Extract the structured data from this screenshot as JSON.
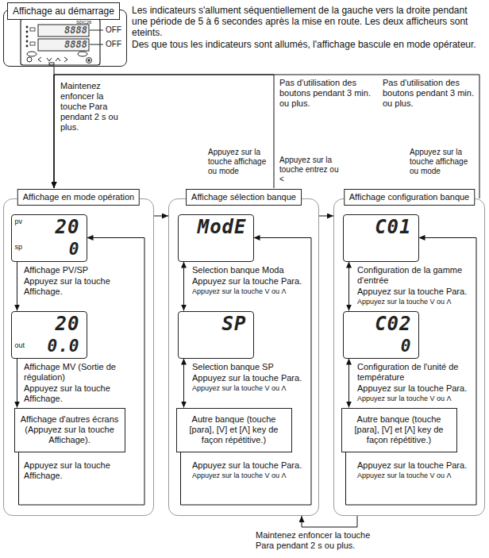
{
  "diagram": {
    "nodes": [
      {
        "text": [
          "Affichage au démarrage"
        ]
      },
      {
        "text": [
          "Affichage en mode opération"
        ]
      },
      {
        "text": [
          "pv",
          "20",
          "sp",
          "0"
        ],
        "in": 1
      },
      {
        "text": [
          "20",
          "out",
          "0.0"
        ],
        "in": 1
      },
      {
        "text": [
          "Affichage d'autres écrans (Appuyez sur la touche Affichage)."
        ],
        "in": 1
      },
      {
        "text": [
          "Affichage sélection banque"
        ]
      },
      {
        "text": [
          "ModE"
        ],
        "in": 5
      },
      {
        "text": [
          "SP"
        ],
        "in": 5
      },
      {
        "text": [
          "Autre banque (touche [para], [V] et [Λ] key de façon répétitive.)"
        ],
        "in": 5
      },
      {
        "text": [
          "Affichage configuration banque"
        ]
      },
      {
        "text": [
          "C01"
        ],
        "in": 9
      },
      {
        "text": [
          "C02",
          "0"
        ],
        "in": 9
      },
      {
        "text": [
          "Autre banque (touche [para], [V] et [Λ] key de façon répétitive.)"
        ],
        "in": 9
      }
    ],
    "edges": [
      {
        "from": 0,
        "to": 1,
        "arrow": "to"
      },
      {
        "from": 1,
        "to": 5,
        "arrow": "to"
      },
      {
        "from": 5,
        "to": 1,
        "arrow": "to",
        "label": "Pas d'utilisation des boutons pendant 3 min. ou plus."
      },
      {
        "from": 9,
        "to": 1,
        "arrow": "to",
        "label": "Pas d'utilisation des boutons pendant 3 min. ou plus."
      },
      {
        "from": 5,
        "to": 9,
        "arrow": "to",
        "label": "Appuyez sur la touche entrez ou <"
      },
      {
        "from": 9,
        "to": 5,
        "arrow": "to",
        "label": "Maintenez enfoncer la touche Para pendant 2 s ou plus."
      },
      {
        "from": 2,
        "to": 3,
        "arrow": "to"
      },
      {
        "from": 3,
        "to": 4,
        "arrow": "to"
      },
      {
        "from": 4,
        "to": 2,
        "arrow": "to"
      },
      {
        "from": 6,
        "to": 7,
        "arrow": "both"
      },
      {
        "from": 7,
        "to": 8,
        "arrow": "both"
      },
      {
        "from": 8,
        "to": 6,
        "arrow": "to"
      },
      {
        "from": 10,
        "to": 11,
        "arrow": "both"
      },
      {
        "from": 11,
        "to": 12,
        "arrow": "both"
      },
      {
        "from": 12,
        "to": 10,
        "arrow": "to"
      }
    ],
    "labels": [
      "Les indicateurs s'allument séquentiellement de la gauche vers la droite pendant une période de 5 à 6 secondes après la mise en route. Les deux afficheurs sont eteints.",
      "Des que tous les indicateurs sont allumés, l'affichage bascule en mode opérateur.",
      "SDC26",
      "8888",
      "OFF",
      "8888",
      "OFF",
      "Maintenez enfoncer la touche Para pendant 2 s ou plus.",
      "Appuyez sur la touche affichage ou mode",
      "Appuyez sur la touche affichage ou mode",
      "Affichage PV/SP",
      "Appuyez sur la touche Affichage.",
      "Affichage MV (Sortie de régulation)",
      "Appuyez sur la touche Affichage.",
      "Appuyez sur la touche Affichage.",
      "Selection banque Moda",
      "Appuyez sur la touche Para.",
      "Appuyez sur la touche V ou Λ",
      "Selection banque SP",
      "Appuyez sur la touche Para.",
      "Appuyez sur la touche V ou Λ",
      "Appuyez sur la touche Para.",
      "Appuyez sur la touche V ou Λ",
      "Configuration de la gamme d'entrée",
      "Appuyez sur la touche Para.",
      "Appuyez sur la touche V ou Λ",
      "Configuration de l'unité de température",
      "Appuyez sur la touche Para.",
      "Appuyez sur la touche V ou Λ",
      "Appuyez sur la touche Para.",
      "Appuyez sur la touche V ou Λ"
    ]
  }
}
